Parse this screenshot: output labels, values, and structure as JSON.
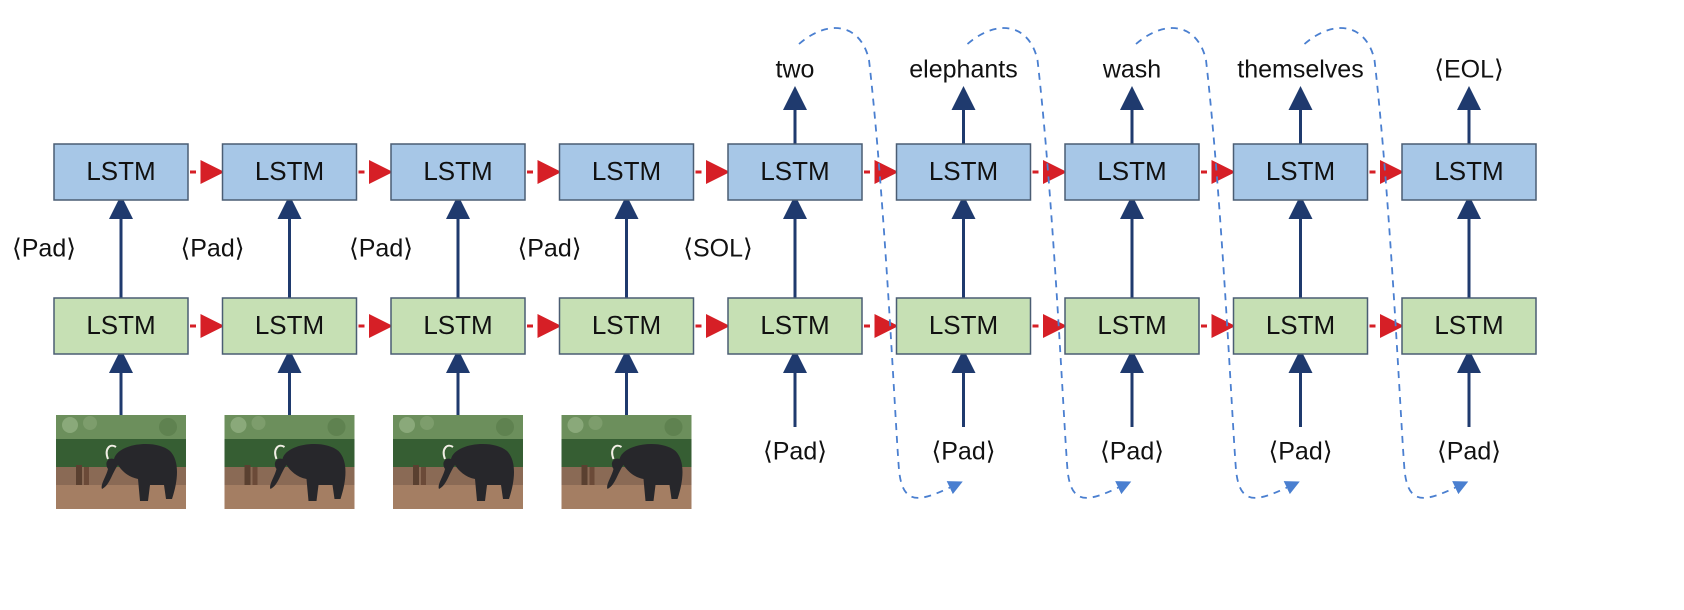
{
  "lstm_label": "LSTM",
  "timesteps": [
    {
      "top_input": "⟨Pad⟩",
      "bottom_input": "image",
      "output": ""
    },
    {
      "top_input": "⟨Pad⟩",
      "bottom_input": "image",
      "output": ""
    },
    {
      "top_input": "⟨Pad⟩",
      "bottom_input": "image",
      "output": ""
    },
    {
      "top_input": "⟨Pad⟩",
      "bottom_input": "image",
      "output": ""
    },
    {
      "top_input": "⟨SOL⟩",
      "bottom_input": "⟨Pad⟩",
      "output": "two"
    },
    {
      "top_input": "",
      "bottom_input": "⟨Pad⟩",
      "output": "elephants"
    },
    {
      "top_input": "",
      "bottom_input": "⟨Pad⟩",
      "output": "wash"
    },
    {
      "top_input": "",
      "bottom_input": "⟨Pad⟩",
      "output": "themselves"
    },
    {
      "top_input": "",
      "bottom_input": "⟨Pad⟩",
      "output": "⟨EOL⟩"
    }
  ],
  "colors": {
    "top_lstm_fill": "#a7c7e7",
    "bottom_lstm_fill": "#c6e0b4",
    "box_stroke": "#4a5d73",
    "vertical_arrow": "#1f3a6e",
    "recurrent_arrow": "#d61f26",
    "feedback_arrow": "#4a7fd0"
  },
  "icons": {
    "image": "elephant-photo-icon"
  }
}
